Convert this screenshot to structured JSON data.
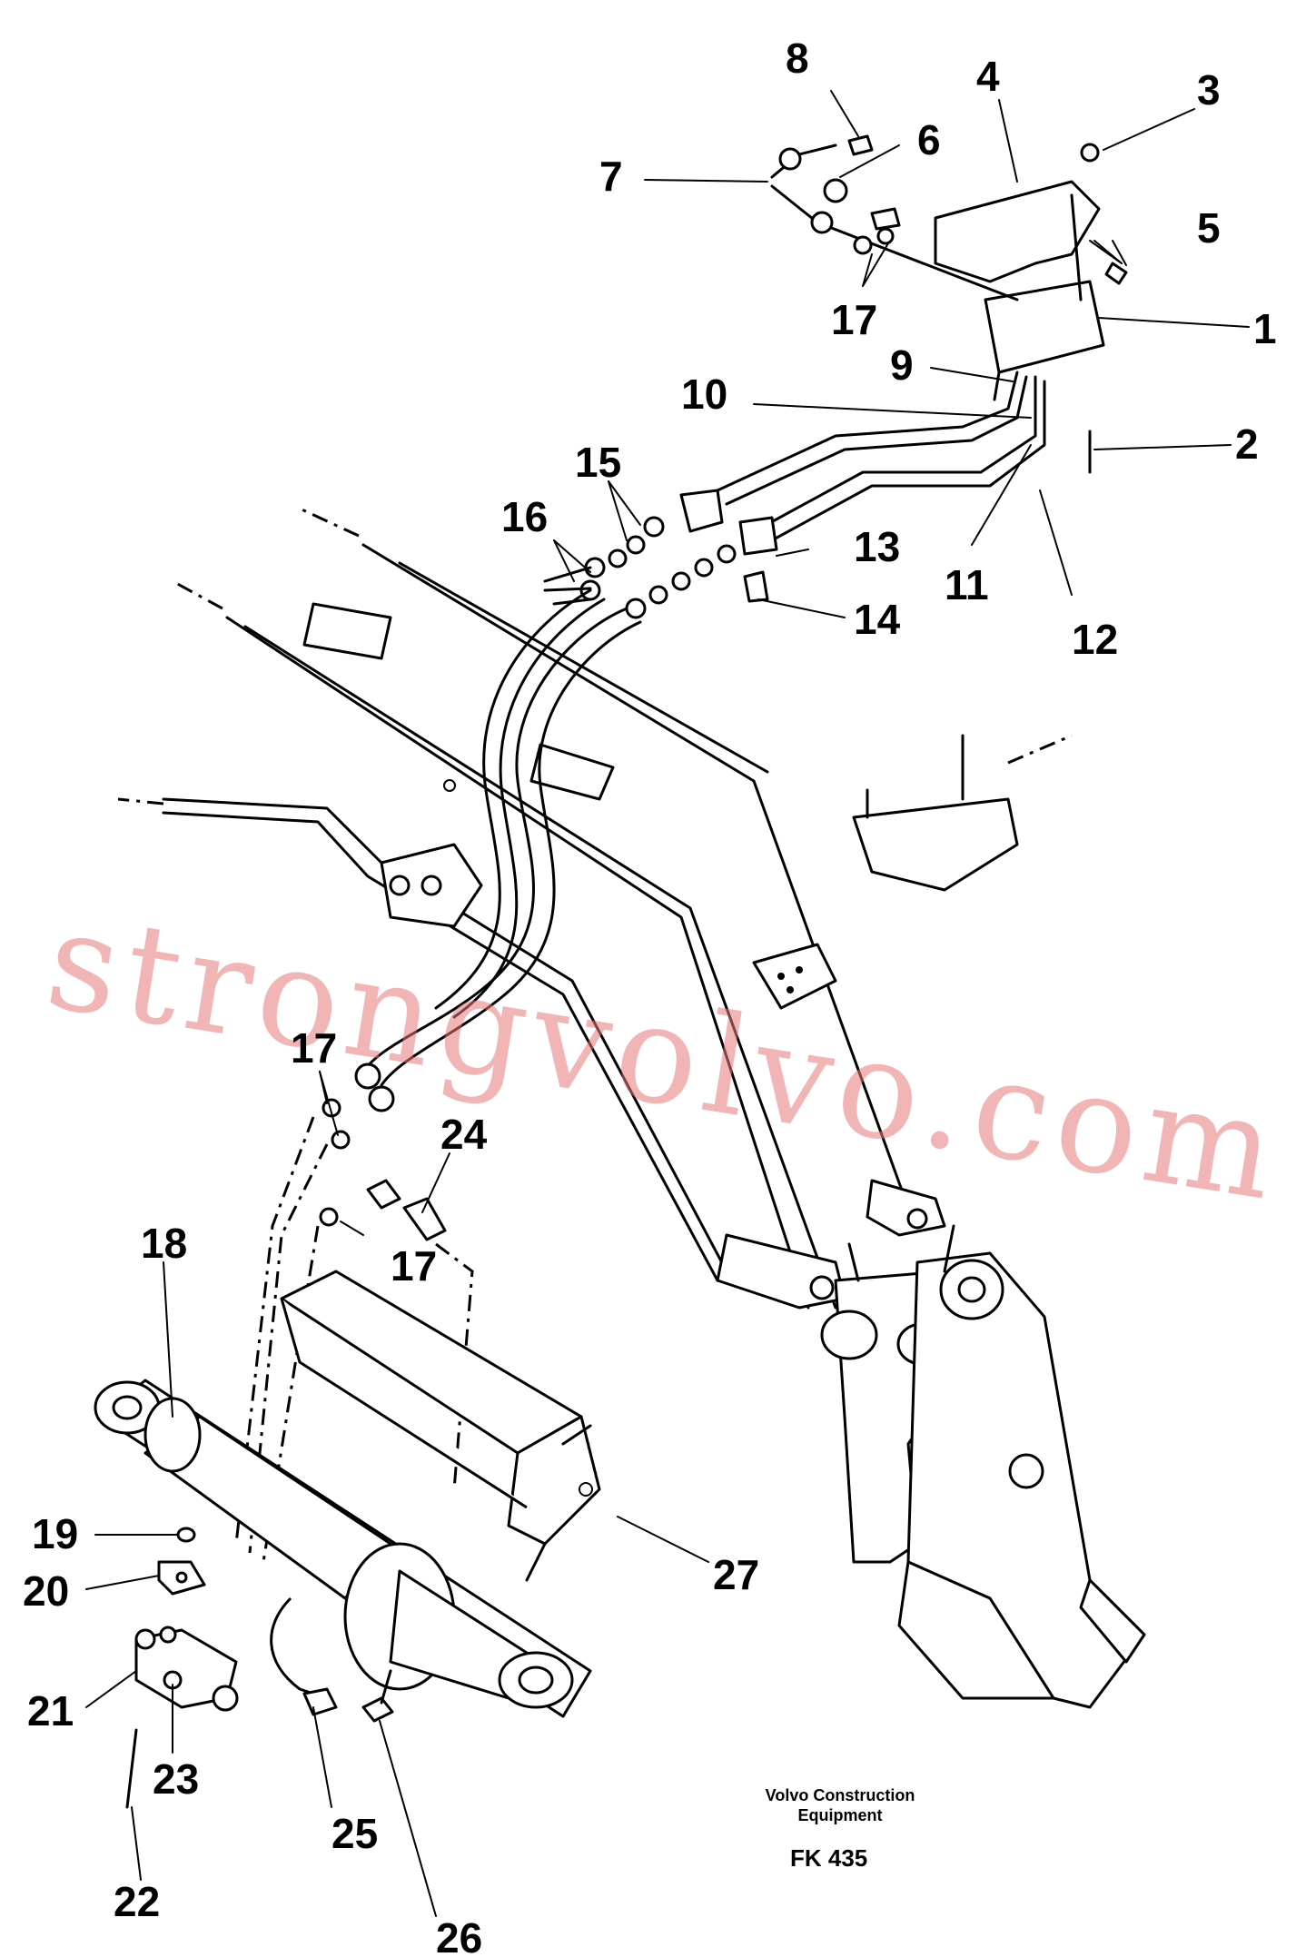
{
  "diagram": {
    "callouts": [
      "1",
      "2",
      "3",
      "4",
      "5",
      "6",
      "7",
      "8",
      "9",
      "10",
      "11",
      "12",
      "13",
      "14",
      "15",
      "16",
      "17",
      "17",
      "17",
      "18",
      "19",
      "20",
      "21",
      "22",
      "23",
      "24",
      "25",
      "26",
      "27"
    ],
    "watermark": "strongvolvo.com",
    "credit_line1": "Volvo Construction",
    "credit_line2": "Equipment",
    "figure_code": "FK 435"
  }
}
